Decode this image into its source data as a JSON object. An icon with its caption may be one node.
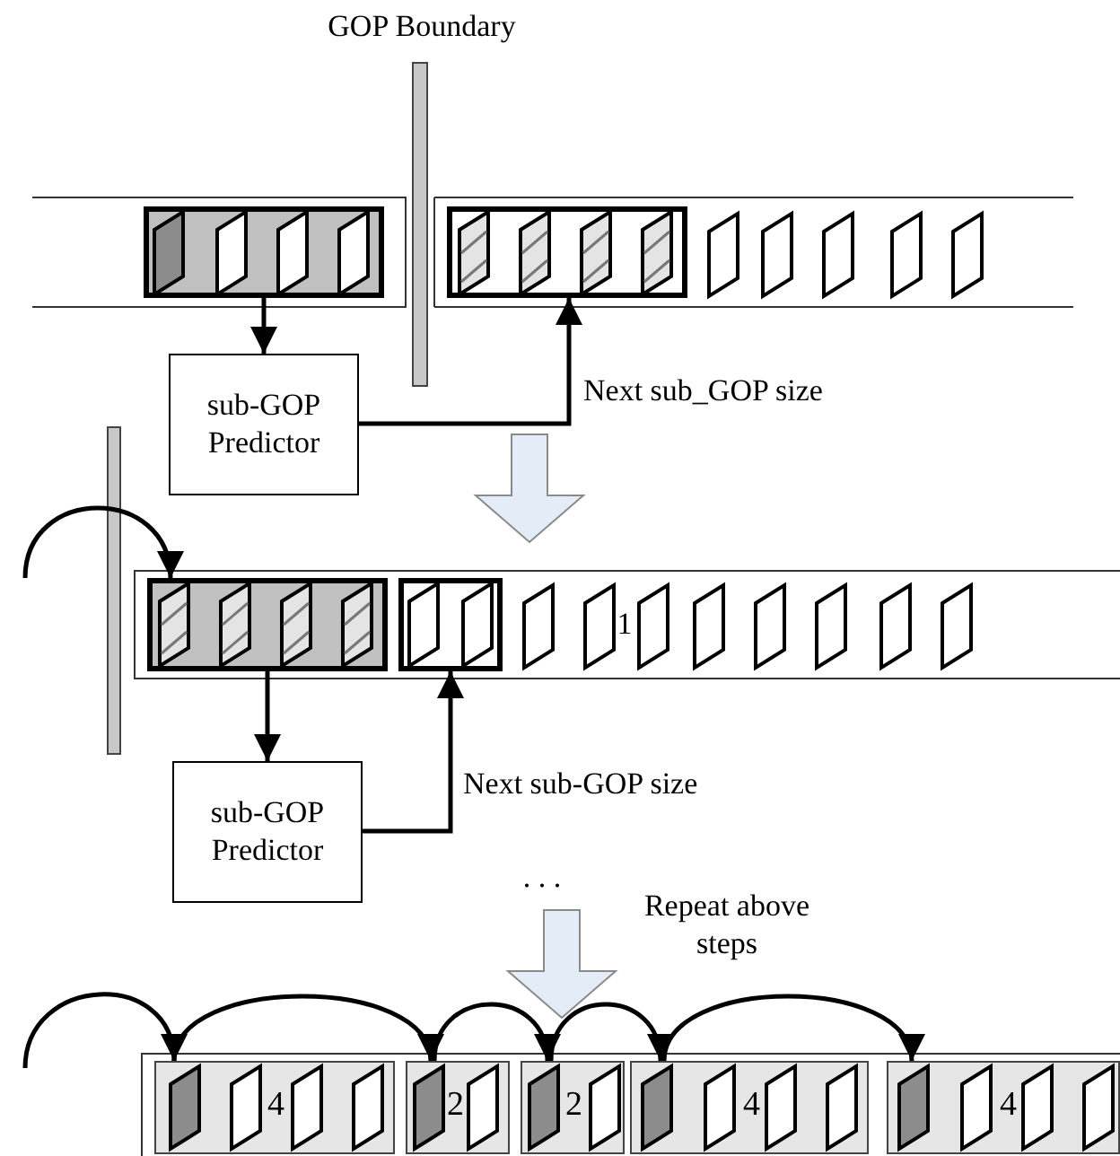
{
  "diagram": {
    "nodes": [
      {
        "text": [],
        "shape": "box"
      },
      {
        "text": [],
        "shape": "box"
      },
      {
        "text": [
          "sub-GOP Predictor"
        ]
      },
      {
        "text": [],
        "shape": "box"
      },
      {
        "text": [],
        "shape": "box"
      },
      {
        "text": [
          "sub-GOP Predictor"
        ]
      },
      {
        "text": [
          "4"
        ]
      },
      {
        "text": [
          "2"
        ]
      },
      {
        "text": [
          "2"
        ]
      },
      {
        "text": [
          "4"
        ]
      },
      {
        "text": [
          "4"
        ]
      }
    ],
    "edges": [
      {
        "from": 0,
        "to": 2,
        "arrow": "to"
      },
      {
        "from": 2,
        "to": 1,
        "arrow": "to",
        "label": "Next sub_GOP size"
      },
      {
        "from": null,
        "to": 3,
        "arrow": "to"
      },
      {
        "from": 3,
        "to": 5,
        "arrow": "to"
      },
      {
        "from": 5,
        "to": 4,
        "arrow": "to",
        "label": "Next sub-GOP size"
      },
      {
        "from": null,
        "to": 6,
        "arrow": "to"
      },
      {
        "from": 6,
        "to": 7,
        "arrow": "to"
      },
      {
        "from": 7,
        "to": 8,
        "arrow": "to"
      },
      {
        "from": 8,
        "to": 9,
        "arrow": "to"
      },
      {
        "from": 9,
        "to": 10,
        "arrow": "to"
      }
    ],
    "labels": [
      "GOP Boundary",
      "1",
      ". . .",
      "Repeat above steps"
    ]
  }
}
